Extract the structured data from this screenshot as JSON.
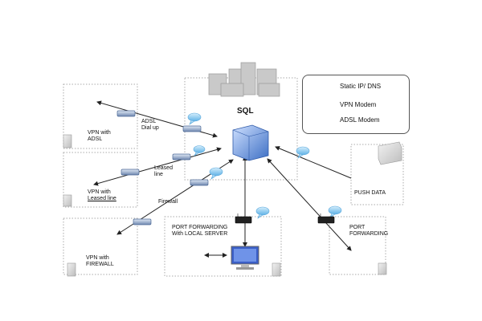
{
  "hub": {
    "label": "SQL"
  },
  "legend": {
    "items": [
      {
        "label": "Static IP/ DNS",
        "icon": "speech-bubble-icon",
        "color": "#7fc4ec"
      },
      {
        "label": "VPN Modem",
        "icon": "vpn-modem-icon",
        "color": "#8aa3c8"
      },
      {
        "label": "ADSL Modem",
        "icon": "adsl-modem-icon",
        "color": "#222222"
      }
    ]
  },
  "sites": {
    "vpn_adsl": {
      "label": "VPN with\nADSL",
      "link_label": "ADSL\nDial up"
    },
    "vpn_leased": {
      "label_line1": "VPN with",
      "label_line2": "Leased  line",
      "link_label": "Leased\nline"
    },
    "vpn_firewall": {
      "label": "VPN with\nFIREWALL",
      "link_label": "Firewall"
    },
    "port_fwd_local": {
      "label": "PORT FORWARDING\nWith LOCAL SERVER"
    },
    "port_fwd": {
      "label": "PORT\nFORWARDING"
    },
    "push_data": {
      "label": "PUSH DATA"
    }
  },
  "colors": {
    "box_border": "#aaaaaa",
    "arrow": "#222222",
    "server_blue": "#4f7fcf",
    "building": "#c9c9c9"
  }
}
